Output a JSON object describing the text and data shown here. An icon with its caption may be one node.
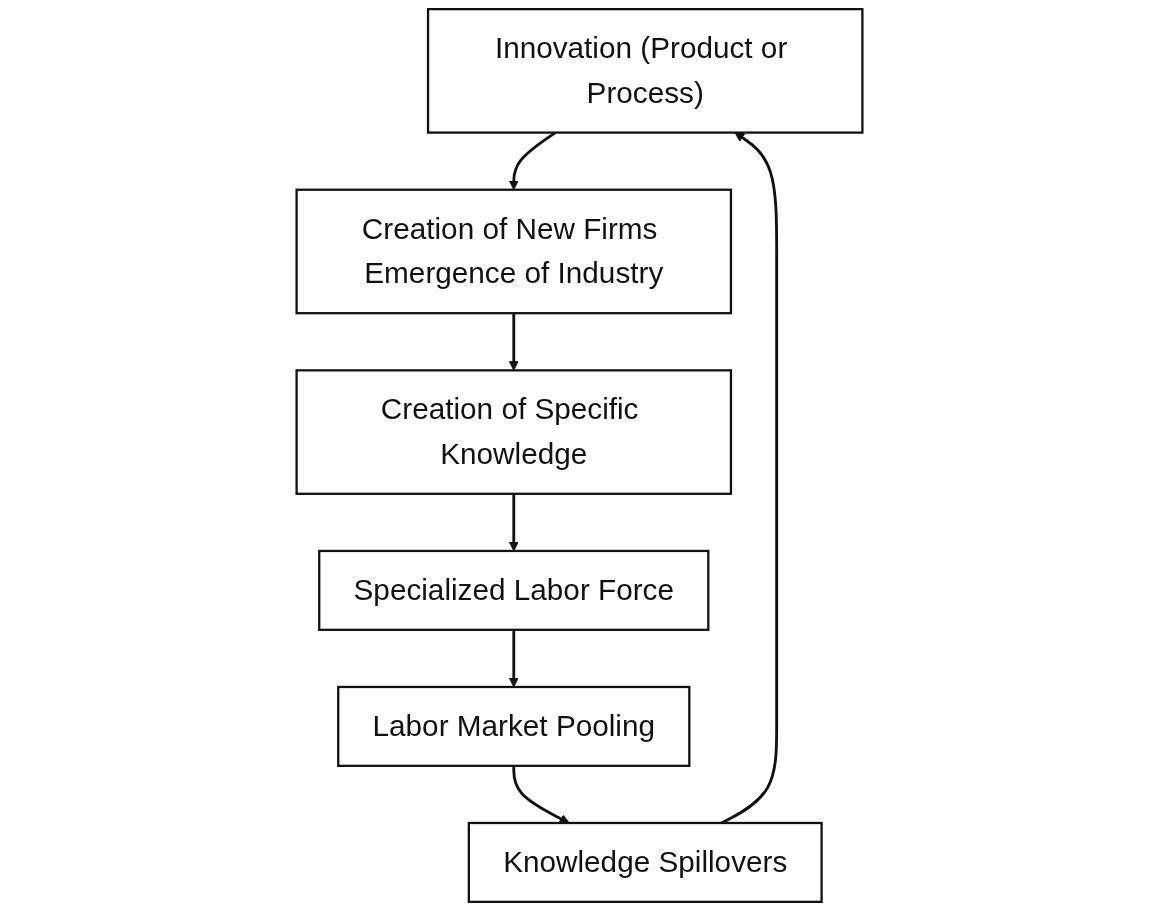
{
  "diagram": {
    "nodes": [
      {
        "text": [
          "Innovation (Product or Process)"
        ]
      },
      {
        "text": [
          "Creation of New Firms Emergence of Industry"
        ]
      },
      {
        "text": [
          "Creation of Specific Knowledge"
        ]
      },
      {
        "text": [
          "Specialized Labor Force"
        ]
      },
      {
        "text": [
          "Labor Market Pooling"
        ]
      },
      {
        "text": [
          "Knowledge Spillovers"
        ]
      }
    ],
    "edges": [
      {
        "from": 0,
        "to": 1,
        "arrow": "to"
      },
      {
        "from": 1,
        "to": 2,
        "arrow": "to"
      },
      {
        "from": 2,
        "to": 3,
        "arrow": "to"
      },
      {
        "from": 3,
        "to": 4,
        "arrow": "to"
      },
      {
        "from": 4,
        "to": 5,
        "arrow": "to"
      },
      {
        "from": 5,
        "to": 0,
        "arrow": "to"
      }
    ]
  }
}
